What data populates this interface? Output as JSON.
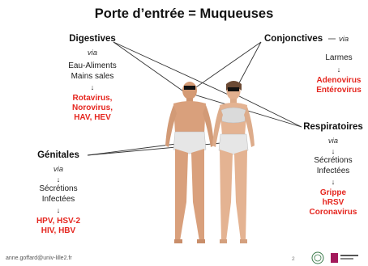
{
  "title": "Porte d’entrée = Muqueuses",
  "digestives": {
    "heading": "Digestives",
    "via": "via",
    "source_lines": [
      "Eau-Aliments",
      "Mains sales"
    ],
    "arrow": "↓",
    "viruses": [
      "Rotavirus,",
      "Norovirus,",
      "HAV, HEV"
    ]
  },
  "conjonctives": {
    "heading": "Conjonctives",
    "via": "via",
    "source": "Larmes",
    "arrow": "↓",
    "viruses": [
      "Adenovirus",
      "Entérovirus"
    ]
  },
  "respiratoires": {
    "heading": "Respiratoires",
    "via": "via",
    "source_lines": [
      "Sécrétions",
      "Infectées"
    ],
    "arrow": "↓",
    "viruses": [
      "Grippe",
      "hRSV",
      "Coronavirus"
    ]
  },
  "genitales": {
    "heading": "Génitales",
    "via": "via",
    "source_lines": [
      "Sécrétions",
      "Infectées"
    ],
    "arrow": "↓",
    "viruses": [
      "HPV, HSV-2",
      "HIV, HBV"
    ]
  },
  "footer": {
    "email": "anne.goffard@univ-lille2.fr",
    "page": "2"
  },
  "colors": {
    "virus_red": "#e5261f",
    "line": "#333333",
    "skin": "#d9a07c",
    "underwear": "#e6e6e6"
  }
}
